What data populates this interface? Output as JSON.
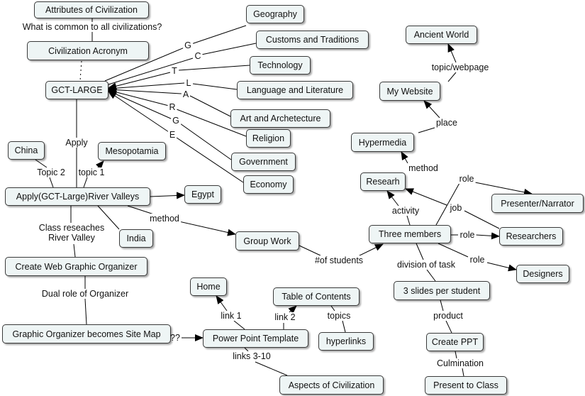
{
  "nodes": {
    "attributes": "Attributes of Civilization",
    "acronym": "Civilization Acronym",
    "gct_large": "GCT-LARGE",
    "geography": "Geography",
    "customs": "Customs and Traditions",
    "technology": "Technology",
    "language": "Language and Literature",
    "art": "Art and Archetecture",
    "religion": "Religion",
    "government": "Government",
    "economy": "Economy",
    "china": "China",
    "mesopotamia": "Mesopotamia",
    "river_valleys": "Apply(GCT-Large)River Valleys",
    "egypt": "Egypt",
    "india": "India",
    "group_work": "Group Work",
    "web_organizer": "Create Web Graphic Organizer",
    "site_map": "Graphic Organizer becomes Site Map",
    "home": "Home",
    "toc": "Table of Contents",
    "hyperlinks": "hyperlinks",
    "ppt_template": "Power Point Template",
    "aspects": "Aspects of Civilization",
    "ancient_world": "Ancient World",
    "my_website": "My Website",
    "hypermedia": "Hypermedia",
    "researh": "Researh",
    "three_members": "Three members",
    "presenter": "Presenter/Narrator",
    "researchers": "Researchers",
    "designers": "Designers",
    "slides": "3 slides per student",
    "create_ppt": "Create PPT",
    "present": "Present to Class"
  },
  "labels": {
    "common": "What is common to all civilizations?",
    "g1": "G",
    "c": "C",
    "t": "T",
    "l": "L",
    "a": "A",
    "r": "R",
    "g2": "G",
    "e": "E",
    "apply": "Apply",
    "topic2": "Topic 2",
    "topic1": "topic 1",
    "method1": "method",
    "class_researches": "Class reseaches\nRiver Valley",
    "num_students": "#of students",
    "dual_role": "Dual role of Organizer",
    "qq": "??",
    "link1": "link 1",
    "link2": "link 2",
    "topics": "topics",
    "links310": "links 3-10",
    "topic_webpage": "topic/webpage",
    "place": "place",
    "method2": "method",
    "activity": "activity",
    "role1": "role",
    "job": "job",
    "role2": "role",
    "role3": "role",
    "division": "division of task",
    "product": "product",
    "culmination": "Culmination"
  }
}
